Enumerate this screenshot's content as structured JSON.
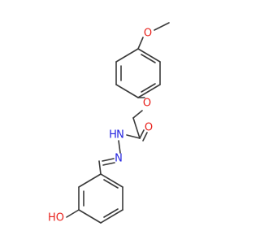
{
  "molecule": {
    "colors": {
      "bond": "#3a3a3a",
      "oxygen": "#e8211c",
      "nitrogen": "#2222e0"
    },
    "labels": {
      "methoxy_o": "O",
      "ether_o": "O",
      "carbonyl_o": "O",
      "amide_n": "N",
      "amide_h": "H",
      "imine_n": "N",
      "hydroxyl": "HO"
    }
  }
}
